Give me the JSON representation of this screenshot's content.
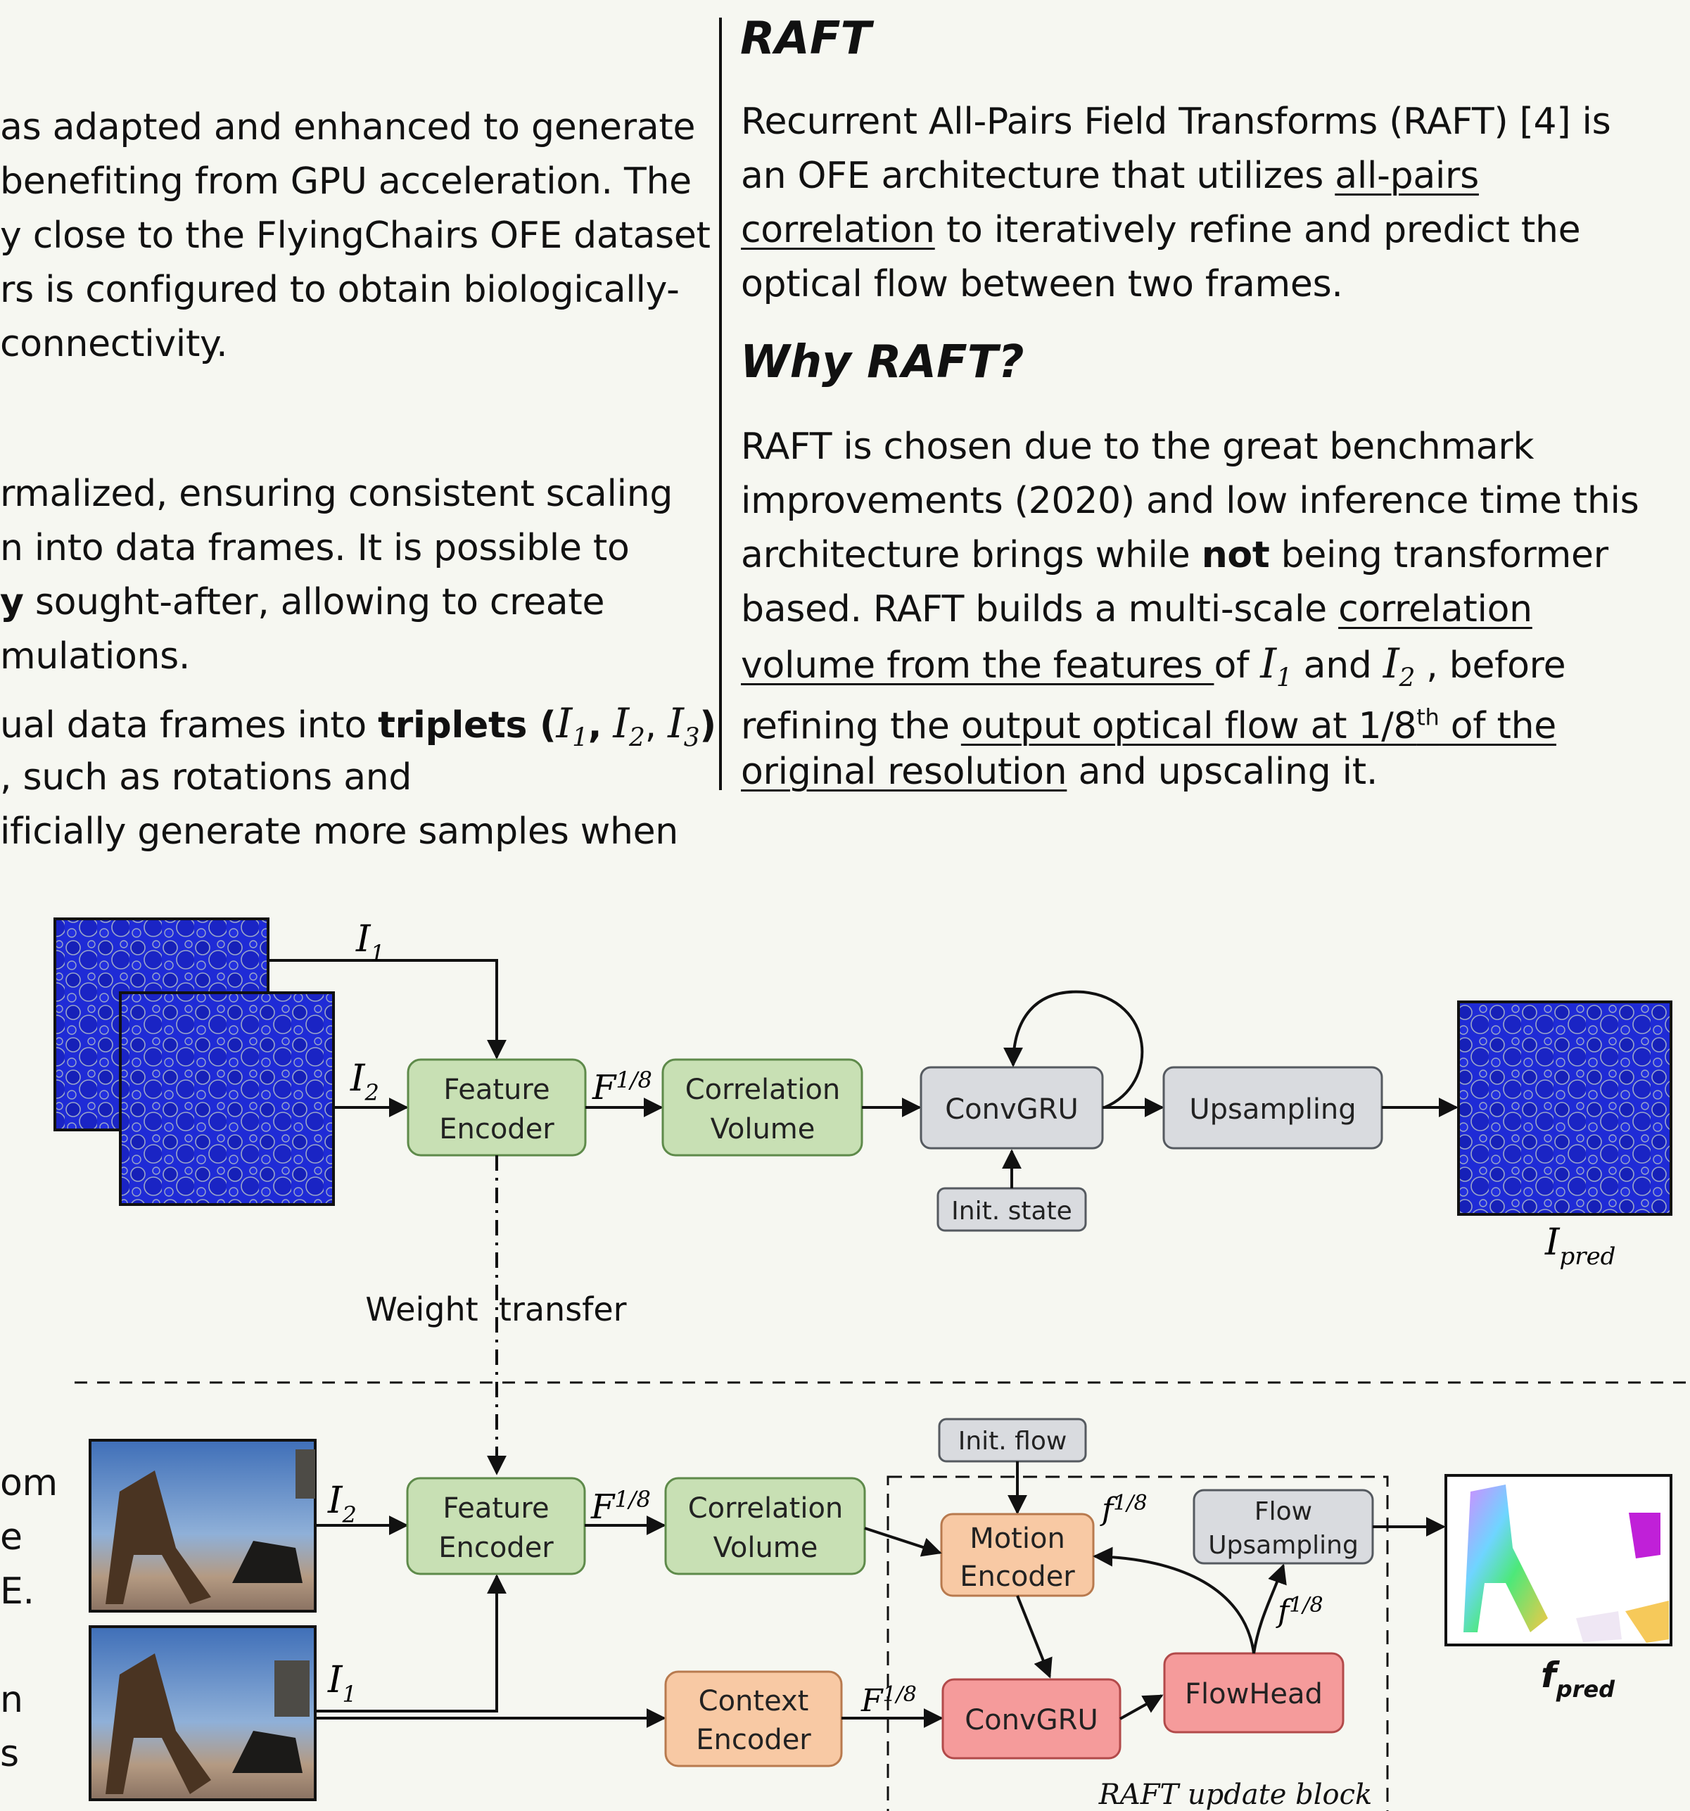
{
  "left_col": {
    "p1_lines": [
      "as adapted and enhanced to generate",
      "benefiting from GPU acceleration. The",
      "y close to the FlyingChairs OFE dataset",
      "rs is configured to obtain biologically-",
      "connectivity."
    ],
    "p2_lines": [
      "rmalized, ensuring consistent scaling",
      "n into data frames. It is possible to",
      "sought-after, allowing to create",
      "mulations."
    ],
    "p2_bold_prefix": "y",
    "p3": {
      "l1_text": "ual data frames into ",
      "l1_bold": "triplets (",
      "l1_close": ")",
      "l2": ", such as rotations and",
      "l3": "ificially generate more samples when"
    },
    "fragment_lines": [
      "om",
      "e",
      "E.",
      "",
      "n",
      "s"
    ]
  },
  "raft": {
    "title": "RAFT",
    "p1": {
      "l1": "Recurrent All-Pairs Field Transforms (RAFT) [4] is",
      "l2_a": "an OFE architecture that utilizes ",
      "l2_u": "all-pairs",
      "l3_u": "correlation",
      "l3_b": " to iteratively refine and predict the",
      "l4": "optical flow between two frames."
    },
    "why_title": "Why RAFT?",
    "p2": {
      "l1": "RAFT is chosen due to the great benchmark",
      "l2": "improvements (2020) and low inference time this",
      "l3_a": "architecture brings while ",
      "l3_bold": "not",
      "l3_b": " being transformer",
      "l4_a": "based. RAFT builds a multi-scale ",
      "l4_u": "correlation",
      "l5_u": "volume from the features ",
      "l5_b": "of ",
      "l5_c": "and ",
      "l5_d": " , before",
      "l6_a": "refining the ",
      "l6_u1": "output optical flow at 1/8",
      "l6_sup": "th",
      "l6_u2": " of the",
      "l7_u": "original resolution",
      "l7_b": " and upscaling it."
    }
  },
  "math": {
    "I": "I",
    "F": "F",
    "f": "f",
    "sub1": "1",
    "sub2": "2",
    "sub3": "3",
    "pred": "pred",
    "eighth": "1/8",
    "comma": ","
  },
  "diagram": {
    "top": {
      "feature_encoder": [
        "Feature",
        "Encoder"
      ],
      "correlation_volume": [
        "Correlation",
        "Volume"
      ],
      "convgru": "ConvGRU",
      "upsampling": "Upsampling",
      "init_state": "Init. state",
      "weight_transfer": "Weight  transfer"
    },
    "bottom": {
      "feature_encoder": [
        "Feature",
        "Encoder"
      ],
      "correlation_volume": [
        "Correlation",
        "Volume"
      ],
      "context_encoder": [
        "Context",
        "Encoder"
      ],
      "init_flow": "Init. flow",
      "motion_encoder": [
        "Motion",
        "Encoder"
      ],
      "convgru": "ConvGRU",
      "flowhead": "FlowHead",
      "flow_upsampling": [
        "Flow",
        "Upsampling"
      ],
      "update_block": "RAFT update block"
    },
    "colors": {
      "green_fill": "#c8e0b4",
      "green_stroke": "#5e8a4a",
      "gray_fill": "#d9dbdf",
      "gray_stroke": "#555a60",
      "orange_fill": "#f8c9a4",
      "orange_stroke": "#b87a4e",
      "red_fill": "#f59b9b",
      "red_stroke": "#b24a4a",
      "blue": "#1f2bd6"
    }
  }
}
